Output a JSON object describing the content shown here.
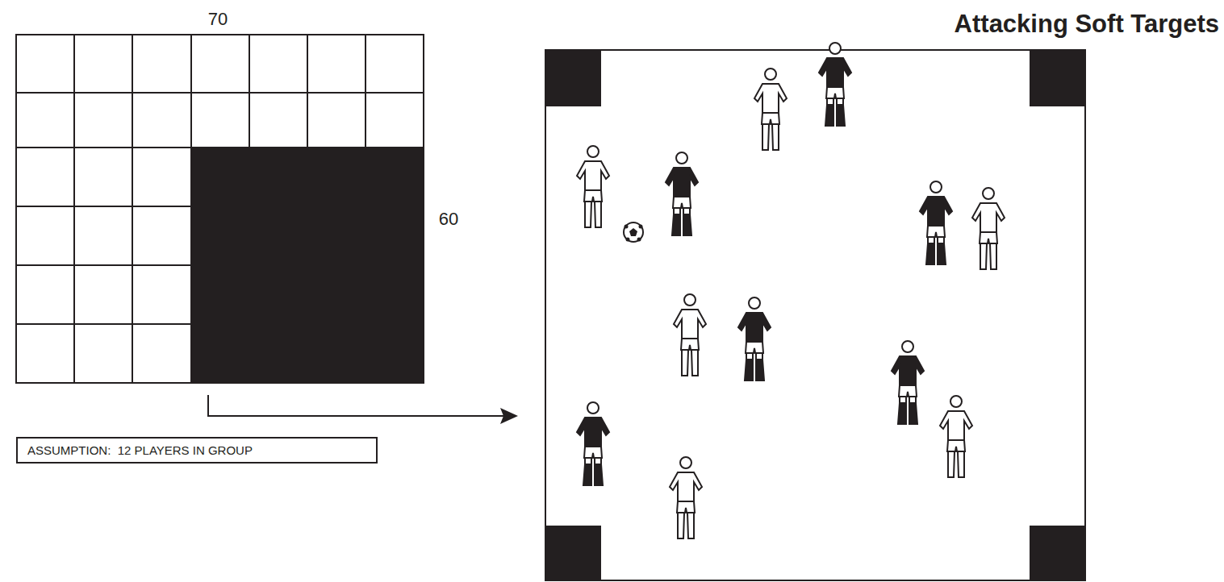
{
  "diagram": {
    "title": "Attacking Soft Targets",
    "nodes": [
      {
        "text": [
          "ASSUMPTION:  12 PLAYERS IN GROUP"
        ]
      }
    ],
    "labels": [
      "70",
      "60"
    ]
  }
}
